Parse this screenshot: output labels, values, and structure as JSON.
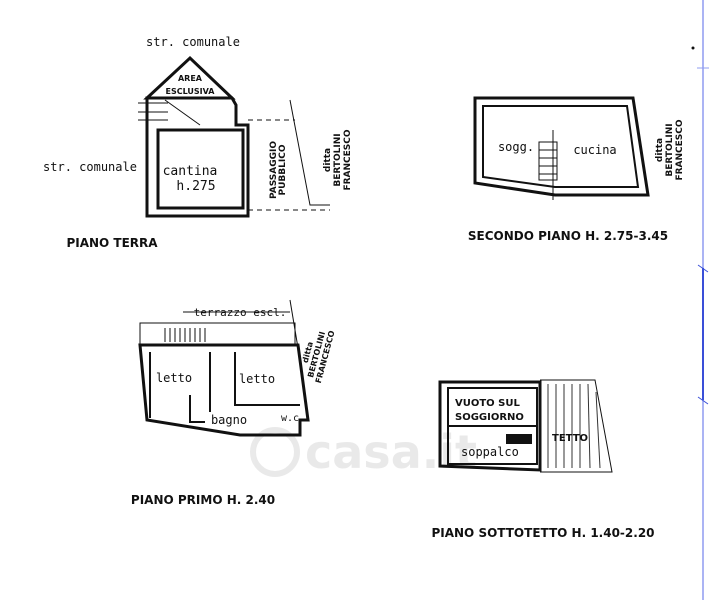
{
  "piano_terra": {
    "title": "PIANO TERRA",
    "street_top": "str. comunale",
    "street_left": "str. comunale",
    "area_label_1": "AREA",
    "area_label_2": "ESCLUSIVA",
    "room": "cantina",
    "room_height": "h.275",
    "passage_1": "PASSAGGIO",
    "passage_2": "PUBBLICO",
    "neighbor_1": "ditta",
    "neighbor_2": "BERTOLINI",
    "neighbor_3": "FRANCESCO"
  },
  "secondo_piano": {
    "title": "SECONDO PIANO H. 2.75-3.45",
    "room_1": "sogg.",
    "room_2": "cucina",
    "neighbor_1": "ditta",
    "neighbor_2": "BERTOLINI",
    "neighbor_3": "FRANCESCO"
  },
  "piano_primo": {
    "title": "PIANO PRIMO H. 2.40",
    "terrace": "terrazzo escl.",
    "room_1": "letto",
    "room_2": "letto",
    "room_3": "bagno",
    "room_4": "w.c",
    "neighbor_1": "ditta",
    "neighbor_2": "BERTOLINI",
    "neighbor_3": "FRANCESCO"
  },
  "piano_sottotetto": {
    "title": "PIANO SOTTOTETTO  H. 1.40-2.20",
    "void_1": "VUOTO SUL",
    "void_2": "SOGGIORNO",
    "room": "soppalco",
    "roof": "TETTO"
  },
  "watermark": "casa.it",
  "colors": {
    "ink": "#111111",
    "margin_line": "#3a4fd8"
  }
}
